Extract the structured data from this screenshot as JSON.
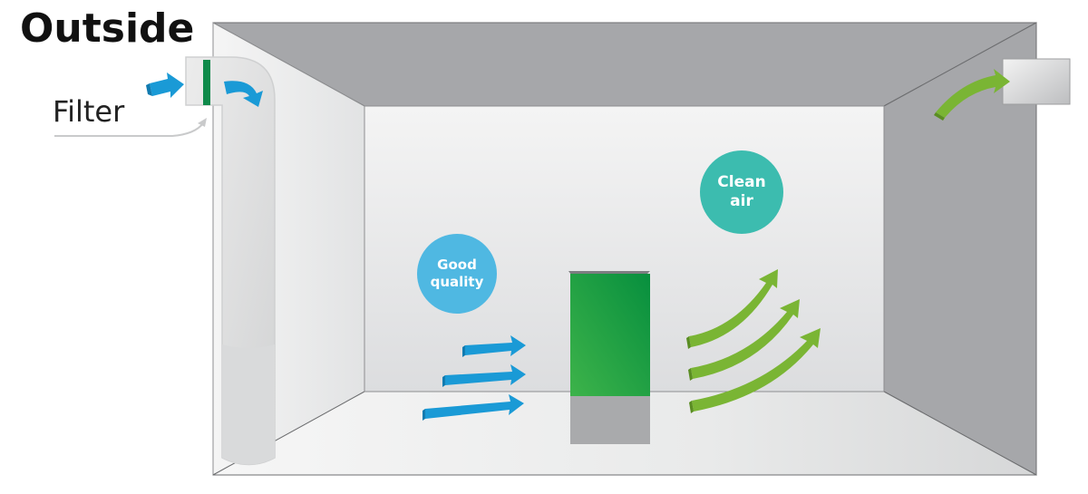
{
  "labels": {
    "outside": "Outside",
    "filter": "Filter"
  },
  "bubbles": {
    "good_quality": {
      "line1": "Good",
      "line2": "quality",
      "color": "#4fb8e2"
    },
    "clean_air": {
      "line1": "Clean",
      "line2": "air",
      "color": "#3cbcaf"
    }
  },
  "colors": {
    "ceiling": "#a6a7aa",
    "right_wall": "#a6a7aa",
    "back_wall": "#e2e3e4",
    "left_wall": "#eeeeee",
    "floor": "#f2f2f2",
    "inflow_arrow": "#1a9ad6",
    "outflow_arrow": "#7ab534",
    "filter_bar": "#0e8a4a",
    "purifier_top": "#0f9b45",
    "purifier_base": "#a9aaac"
  },
  "elements": {
    "duct": "Intake duct with filter",
    "purifier": "Air purifier unit",
    "exhaust": "Exhaust vent"
  }
}
